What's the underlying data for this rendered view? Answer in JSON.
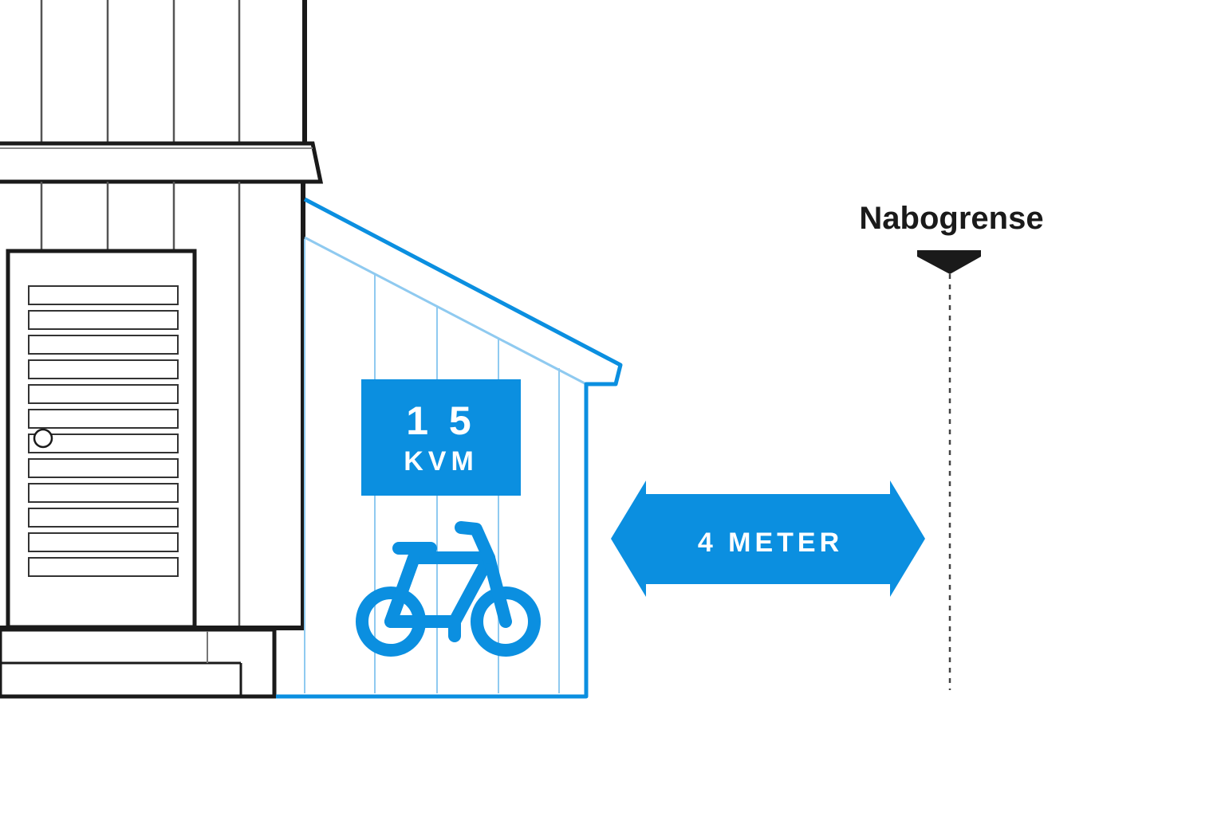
{
  "shed": {
    "area_number": "1 5",
    "area_unit": "KVM",
    "color": "#0b8fe0",
    "icon": "bicycle-icon"
  },
  "distance": {
    "label": "4 METER",
    "color": "#0b8fe0"
  },
  "boundary": {
    "label": "Nabogrense",
    "color": "#1a1a1a"
  },
  "house": {
    "line_color": "#1a1a1a",
    "fill_color": "#ffffff"
  }
}
